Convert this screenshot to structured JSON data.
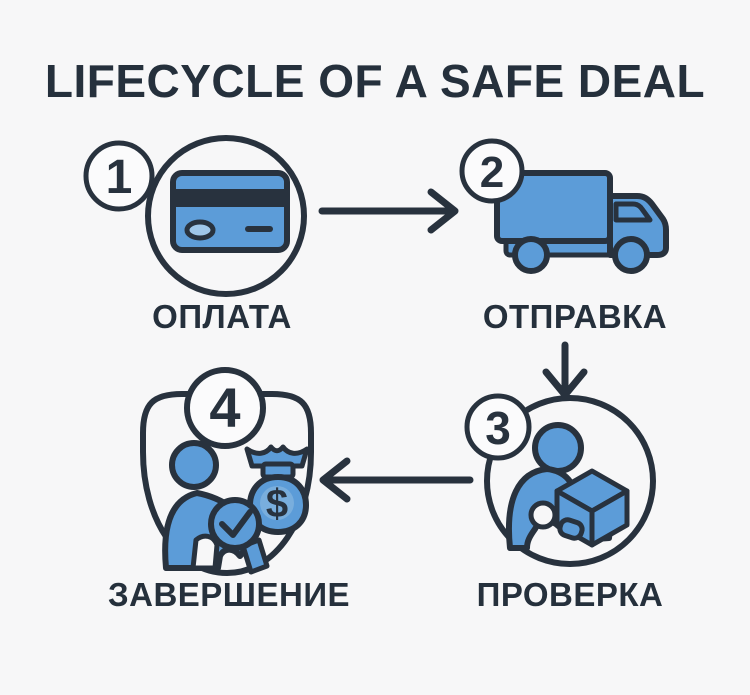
{
  "title": "LIFECYCLE OF A SAFE DEAL",
  "money_symbol": "$",
  "steps": [
    {
      "number": "1",
      "label": "ОПЛАТА",
      "icon": "credit-card-icon"
    },
    {
      "number": "2",
      "label": "ОТПРАВКА",
      "icon": "delivery-truck-icon"
    },
    {
      "number": "3",
      "label": "ПРОВЕРКА",
      "icon": "person-holding-box-icon"
    },
    {
      "number": "4",
      "label": "ЗАВЕРШЕНИЕ",
      "icon": "person-money-check-shield-icon"
    }
  ],
  "arrows": [
    {
      "from": "1",
      "to": "2",
      "direction": "right"
    },
    {
      "from": "2",
      "to": "3",
      "direction": "down"
    },
    {
      "from": "3",
      "to": "4",
      "direction": "left"
    }
  ],
  "colors": {
    "background": "#F7F7F8",
    "outline": "#28323E",
    "fill_blue": "#5C9CD8",
    "fill_blue_light": "#79AEDD",
    "chip_light": "#9FC6E8",
    "badge_fill": "#FBFBFC",
    "text": "#25303C"
  }
}
